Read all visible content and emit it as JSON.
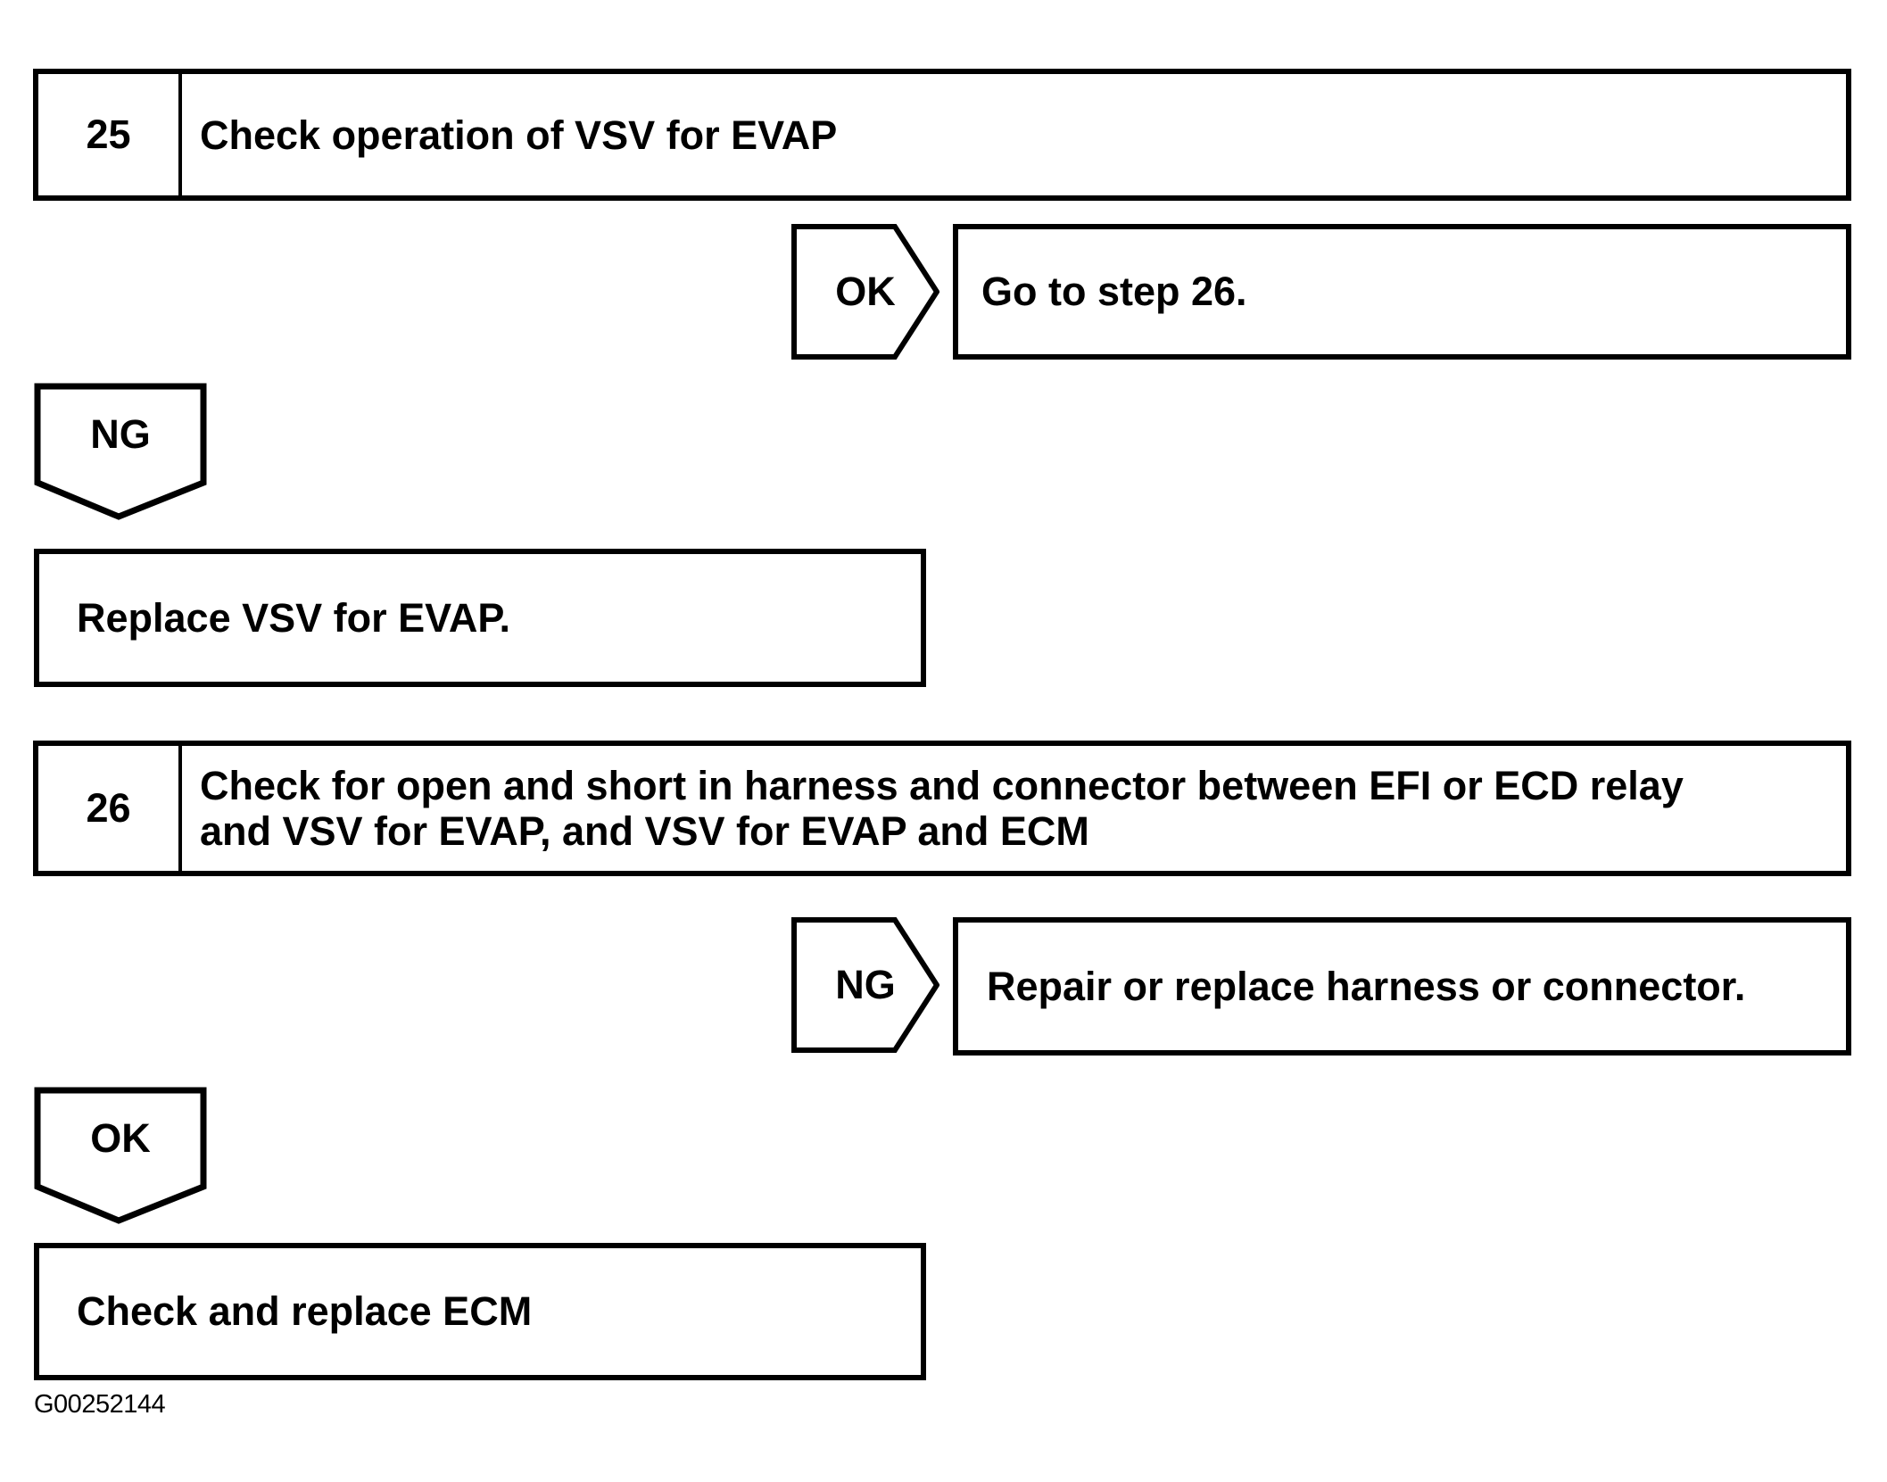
{
  "steps": [
    {
      "number": "25",
      "instruction": "Check operation of VSV for EVAP",
      "branch_label": "OK",
      "branch_action": "Go to step 26.",
      "else_label": "NG",
      "else_action": "Replace VSV for EVAP."
    },
    {
      "number": "26",
      "instruction": "Check for open and short in harness and connector between EFI or ECD relay\nand VSV for EVAP, and VSV for EVAP and ECM",
      "branch_label": "NG",
      "branch_action": "Repair or replace harness or connector.",
      "else_label": "OK",
      "else_action": "Check and replace ECM"
    }
  ],
  "footer": {
    "figure_id": "G00252144"
  }
}
